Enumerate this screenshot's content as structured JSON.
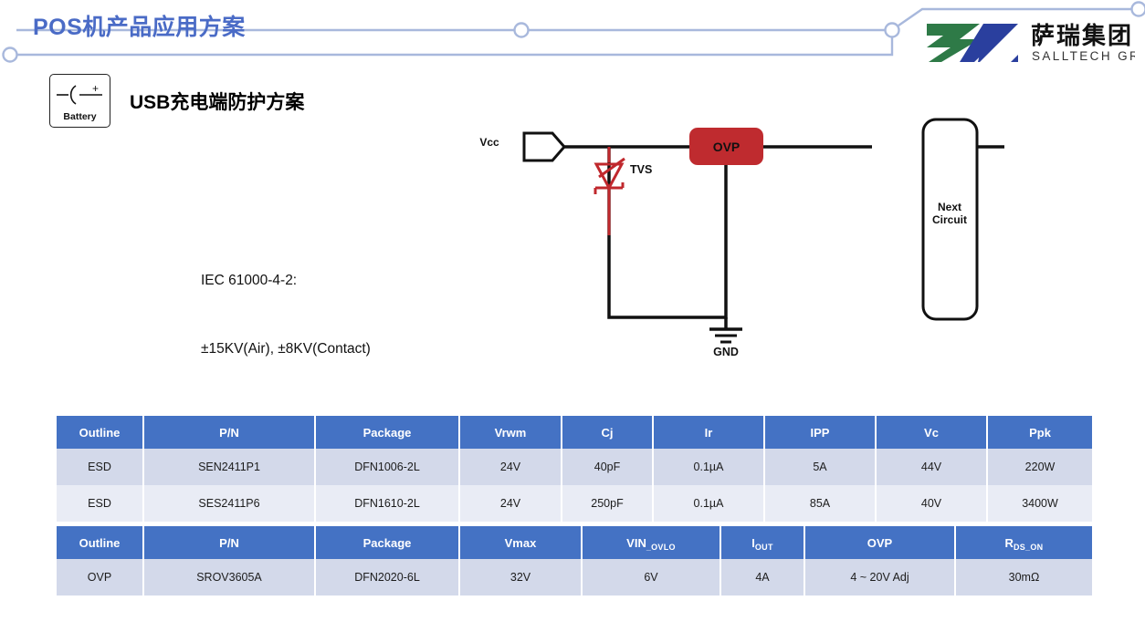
{
  "header": {
    "title": "POS机产品应用方案",
    "title_color": "#4A6BC6",
    "line_color": "#A8B8DC",
    "logo": {
      "name_cn": "萨瑞集团",
      "name_en": "SALLTECH GROUP",
      "green": "#2E7A47",
      "blue": "#2A3F9E"
    }
  },
  "section": {
    "icon_label": "Battery",
    "icon_minus": "−",
    "icon_plus": "+",
    "title": "USB充电端防护方案",
    "title_latin": "USB",
    "title_cn": "充电端防护方案"
  },
  "note": {
    "line1": "IEC 61000-4-2:",
    "line2": "±15KV(Air), ±8KV(Contact)"
  },
  "circuit": {
    "vcc_label": "Vcc",
    "tvs_label": "TVS",
    "ovp_label": "OVP",
    "ovp_color": "#BF2B2F",
    "gnd_label": "GND",
    "next_circuit_line1": "Next",
    "next_circuit_line2": "Circuit"
  },
  "tables": [
    {
      "id": "esd",
      "headers": [
        "Outline",
        "P/N",
        "Package",
        "Vrwm",
        "Cj",
        "Ir",
        "IPP",
        "Vc",
        "Ppk"
      ],
      "rows": [
        [
          "ESD",
          "SEN2411P1",
          "DFN1006-2L",
          "24V",
          "40pF",
          "0.1µA",
          "5A",
          "44V",
          "220W"
        ],
        [
          "ESD",
          "SES2411P6",
          "DFN1610-2L",
          "24V",
          "250pF",
          "0.1µA",
          "85A",
          "40V",
          "3400W"
        ]
      ]
    },
    {
      "id": "ovp",
      "headers_main": [
        "Outline",
        "P/N",
        "Package",
        "Vmax",
        "VIN",
        "I",
        "OVP",
        "R"
      ],
      "headers_sub": [
        "",
        "",
        "",
        "",
        "_OVLO",
        "OUT",
        "",
        "DS_ON"
      ],
      "rows": [
        [
          "OVP",
          "SROV3605A",
          "DFN2020-6L",
          "32V",
          "6V",
          "4A",
          "4 ~ 20V Adj",
          "30mΩ"
        ]
      ]
    }
  ]
}
